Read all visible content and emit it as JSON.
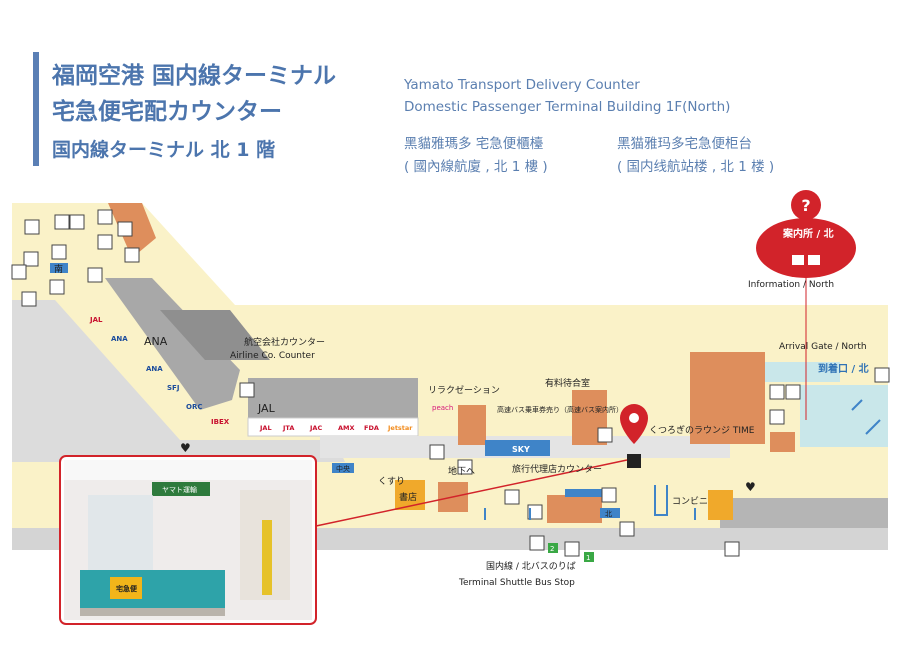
{
  "header": {
    "title_line1": "福岡空港 国内線ターミナル",
    "title_line2": "宅急便宅配カウンター",
    "title_line3": "国内線ターミナル 北 1 階",
    "en_line1": "Yamato Transport Delivery Counter",
    "en_line2": "Domestic Passenger Terminal Building 1F(North)",
    "trad_name": "黑貓雅瑪多 宅急便櫃檯",
    "trad_loc": "( 國內線航廈 , 北 1 樓 )",
    "simp_name": "黑猫雅玛多宅急便柜台",
    "simp_loc": "( 国内线航站楼 , 北 1 楼 )"
  },
  "map": {
    "info_bubble_label": "案内所 / 北",
    "info_label": "Information / North",
    "arrival_gate": "Arrival Gate / North",
    "arrival_jp": "到着口 / 北",
    "south": "南",
    "ana": "ANA",
    "jal": "JAL",
    "airline_counter_jp": "航空会社カウンター",
    "airline_counter_en": "Airline Co. Counter",
    "relax": "リラクゼーション",
    "waiting_room": "有料待合室",
    "bus_ticket": "高速バス乗車券売り（高速バス案内所）",
    "lounge": "くつろぎのラウンジ TIME",
    "travel_agency": "旅行代理店カウンター",
    "drugstore": "くすり",
    "bookstore": "書店",
    "center": "中央",
    "underground": "地下へ",
    "north": "北",
    "conveni": "コンビニ",
    "bus_stop_jp": "国内線 / 北バスのりば",
    "bus_stop_en": "Terminal Shuttle Bus Stop",
    "peach": "peach",
    "skymark": "SKY",
    "jal_logos": [
      "JAL",
      "JTA",
      "JAC",
      "AMX",
      "FDA",
      "Jetstar"
    ],
    "ana_logo": "ANA",
    "jal_logo": "JAL",
    "sfj_logo": "SFJ",
    "orc_logo": "ORC",
    "ibex_logo": "IBEX",
    "bus_no2": "2",
    "bus_no1": "1",
    "photo_sign": "ヤマト運輸",
    "photo_counter": "宅急便"
  },
  "colors": {
    "accent_blue": "#4c75ad",
    "walkway": "#d7d7d7",
    "shop_yellow": "#faf2c8",
    "shop_orange": "#de8e5c",
    "pin_red": "#d2232a",
    "gate_teal": "#c9e7ea"
  }
}
